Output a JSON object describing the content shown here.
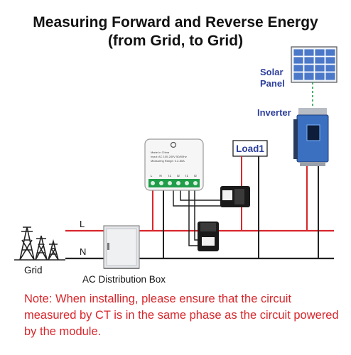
{
  "title": {
    "line1": "Measuring  Forward and Reverse Energy",
    "line2": "(from Grid, to Grid)"
  },
  "labels": {
    "solar_panel_line1": "Solar",
    "solar_panel_line2": "Panel",
    "inverter": "Inverter",
    "load": "Load1",
    "line_l": "L",
    "line_n": "N",
    "grid": "Grid",
    "distribution_box": "AC Distribution Box"
  },
  "meter": {
    "made_in": "Made In China",
    "input": "Input: AC 100-240V 50/60Hz",
    "range": "Measuring Range: 0.2-80A",
    "terminals": [
      "L",
      "N",
      "I1",
      "I2",
      "I1",
      "I2"
    ]
  },
  "note": {
    "prefix": "Note:",
    "text": " When installing, please ensure that the circuit measured by CT is in the same phase as the circuit powered by the module."
  },
  "colors": {
    "live_wire": "#d8262b",
    "neutral_wire": "#222222",
    "accent_blue": "#2c3e9c",
    "note_red": "#d8262b",
    "inverter_body": "#3b6fc0",
    "terminal_green": "#1f9d4a"
  }
}
